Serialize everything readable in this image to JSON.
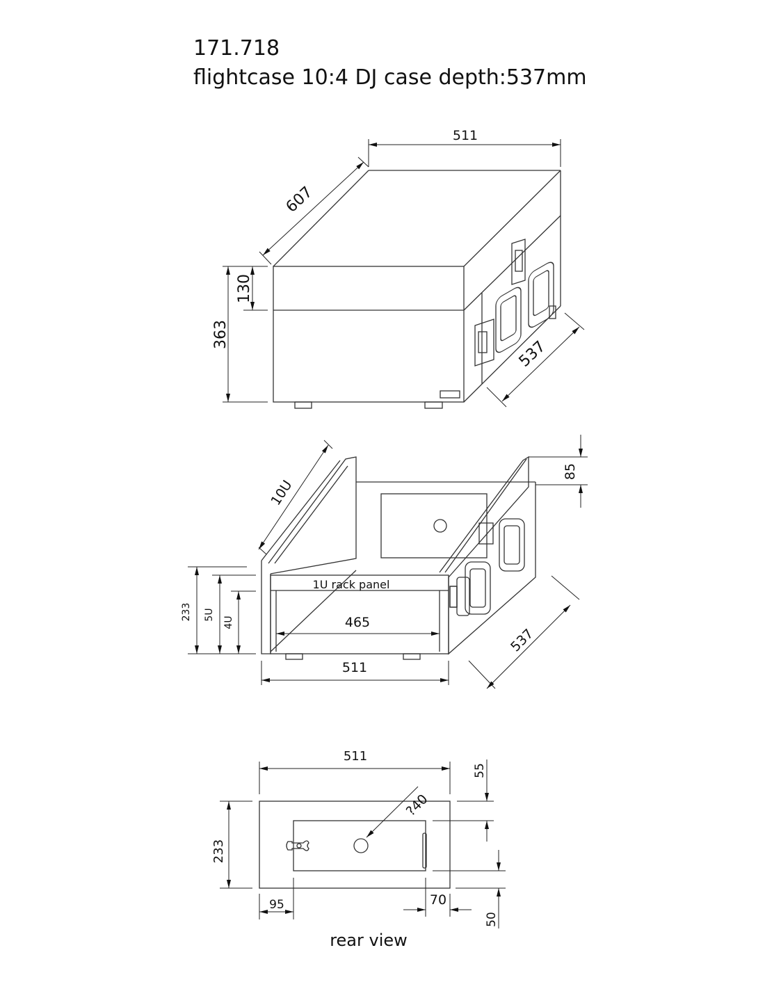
{
  "header": {
    "code": "171.718",
    "description": "flightcase 10:4 DJ case depth:537mm"
  },
  "view_iso_closed": {
    "width": "511",
    "length": "607",
    "lid_height": "130",
    "height": "363",
    "depth": "537"
  },
  "view_iso_open": {
    "rack_units_slant": "10U",
    "top_height": "85",
    "panel_label": "1U rack panel",
    "height": "233",
    "front_units_5": "5U",
    "front_units_4": "4U",
    "inner_width": "465",
    "width": "511",
    "depth": "537"
  },
  "view_rear": {
    "width": "511",
    "height": "233",
    "top_offset": "55",
    "bottom_offset": "50",
    "left_offset": "95",
    "right_offset": "70",
    "hole_diameter": "?40",
    "caption": "rear view"
  }
}
